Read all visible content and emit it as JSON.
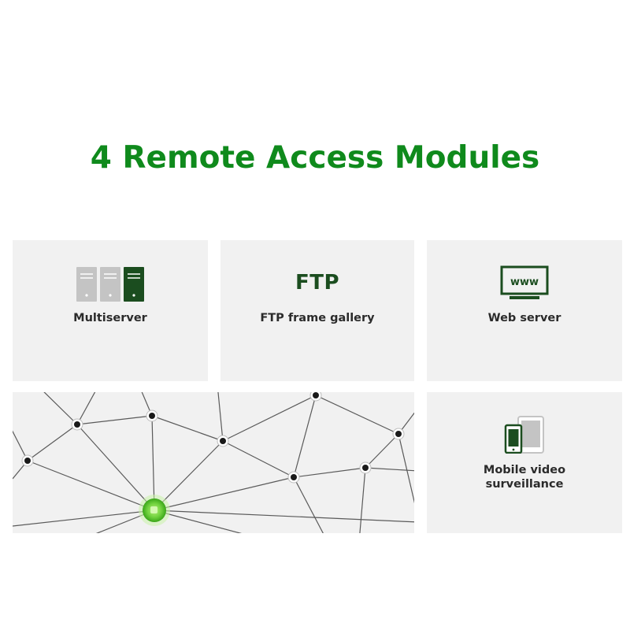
{
  "title": "4 Remote Access Modules",
  "modules": [
    {
      "label": "Multiserver",
      "icon": "server-stack-icon"
    },
    {
      "label": "FTP frame gallery",
      "icon": "ftp-icon",
      "icon_text": "FTP"
    },
    {
      "label": "Web server",
      "icon": "monitor-www-icon",
      "icon_text": "www"
    },
    {
      "label": "Mobile video surveillance",
      "label_lines": [
        "Mobile video",
        "surveillance"
      ],
      "icon": "phone-tablet-icon"
    }
  ],
  "colors": {
    "title_green": "#0f8a1c",
    "icon_dark_green": "#1b4d1f",
    "tile_bg": "#f1f1f1",
    "node_green": "#7ed957"
  }
}
